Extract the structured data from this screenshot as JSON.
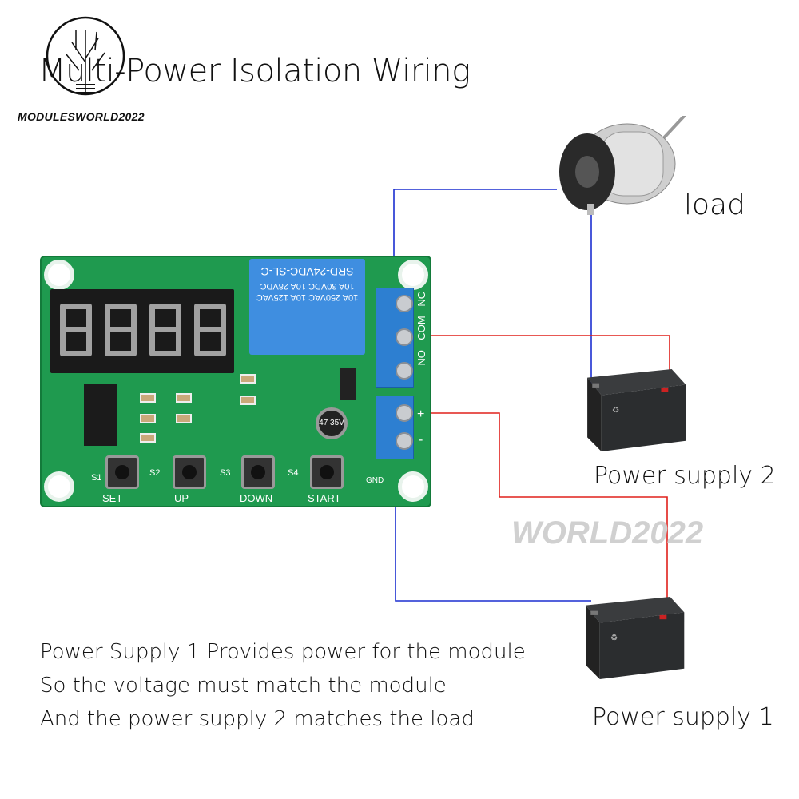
{
  "title": "Multi-Power Isolation Wiring",
  "brand": "MODULESWORLD2022",
  "watermark": "WORLD2022",
  "labels": {
    "load": "load",
    "power_supply_2": "Power supply 2",
    "power_supply_1": "Power supply 1"
  },
  "description": [
    "Power Supply 1 Provides power for the module",
    "So the voltage must match the module",
    "And the power supply 2 matches the load"
  ],
  "board": {
    "relay": [
      "SRD-24VDC-SL-C",
      "10A 30VDC  10A 28VDC",
      "10A 250VAC  10A 125VAC"
    ],
    "relay_terminals": [
      "NO",
      "COM",
      "NC"
    ],
    "power_terminals": [
      "+",
      "-"
    ],
    "buttons": [
      {
        "id": "S1",
        "label": "SET"
      },
      {
        "id": "S2",
        "label": "UP"
      },
      {
        "id": "S3",
        "label": "DOWN"
      },
      {
        "id": "S4",
        "label": "START"
      }
    ],
    "gnd": "GND",
    "capacitor": "47 35V",
    "wire_colors": {
      "positive": "#e0201c",
      "negative": "#1c2fd0"
    }
  }
}
